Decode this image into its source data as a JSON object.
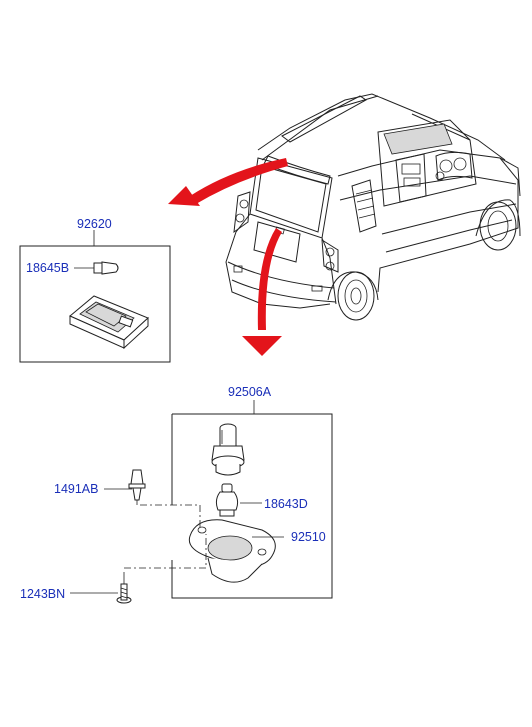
{
  "labels": {
    "box_top": "92620",
    "bulb_small": "18645B",
    "box_lamp": "92506A",
    "clip": "1491AB",
    "bulb_lamp": "18643D",
    "lens": "92510",
    "screw": "1243BN"
  },
  "colors": {
    "label_blue": "#1a2fb8",
    "arrow_red": "#e3141b",
    "line": "#222222"
  }
}
